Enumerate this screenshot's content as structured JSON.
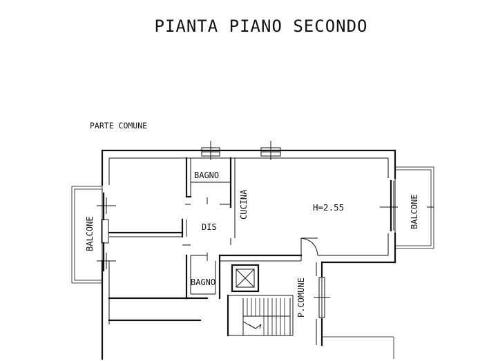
{
  "title": "PIANTA PIANO SECONDO",
  "labels": {
    "parte_comune": "PARTE COMUNE",
    "bagno_top": "BAGNO",
    "bagno_bottom": "BAGNO",
    "dis": "DIS",
    "cucina": "CUCINA",
    "height": "H=2.55",
    "balcone_left": "BALCONE",
    "balcone_right": "BALCONE",
    "p_comune": "P.COMUNE"
  }
}
